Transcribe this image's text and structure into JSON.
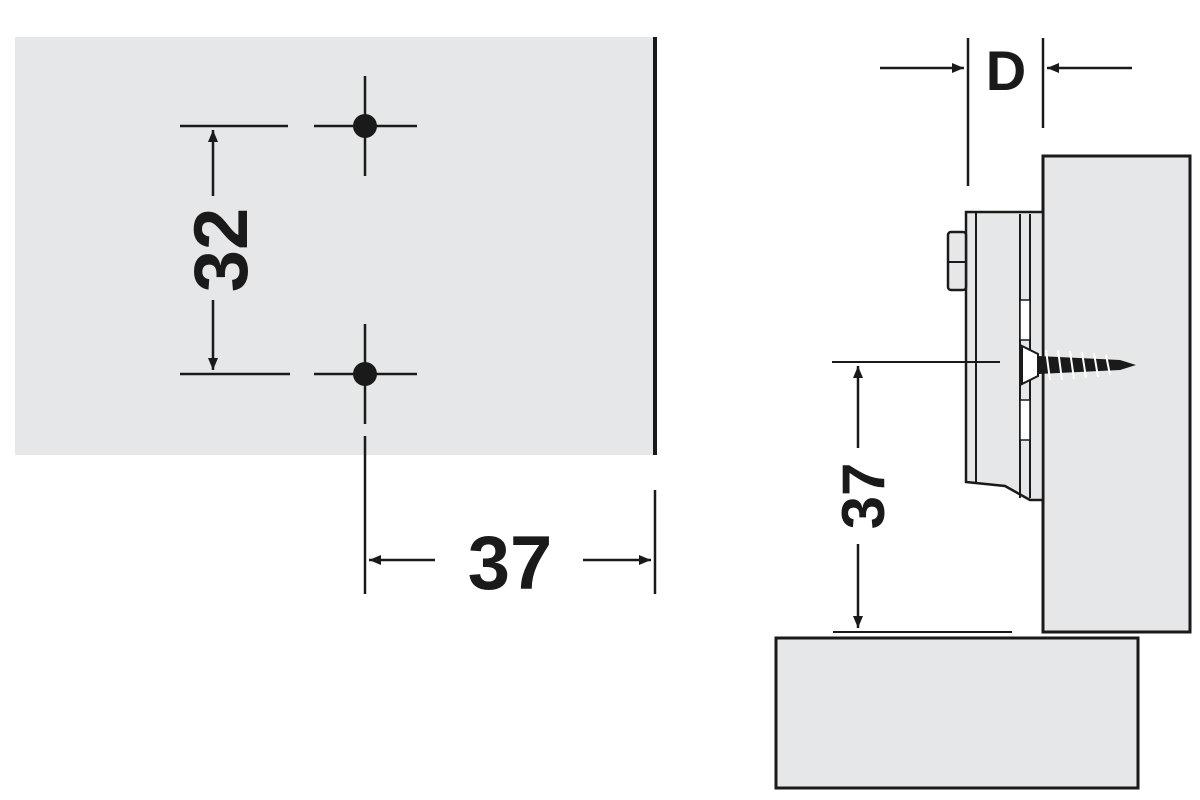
{
  "drawing": {
    "hole_spacing_label": "32",
    "edge_distance_label": "37",
    "side_height_label": "37",
    "depth_label": "D"
  },
  "colors": {
    "panel_fill": "#e6e7e8",
    "line": "#1a1a1a",
    "background": "#ffffff"
  }
}
